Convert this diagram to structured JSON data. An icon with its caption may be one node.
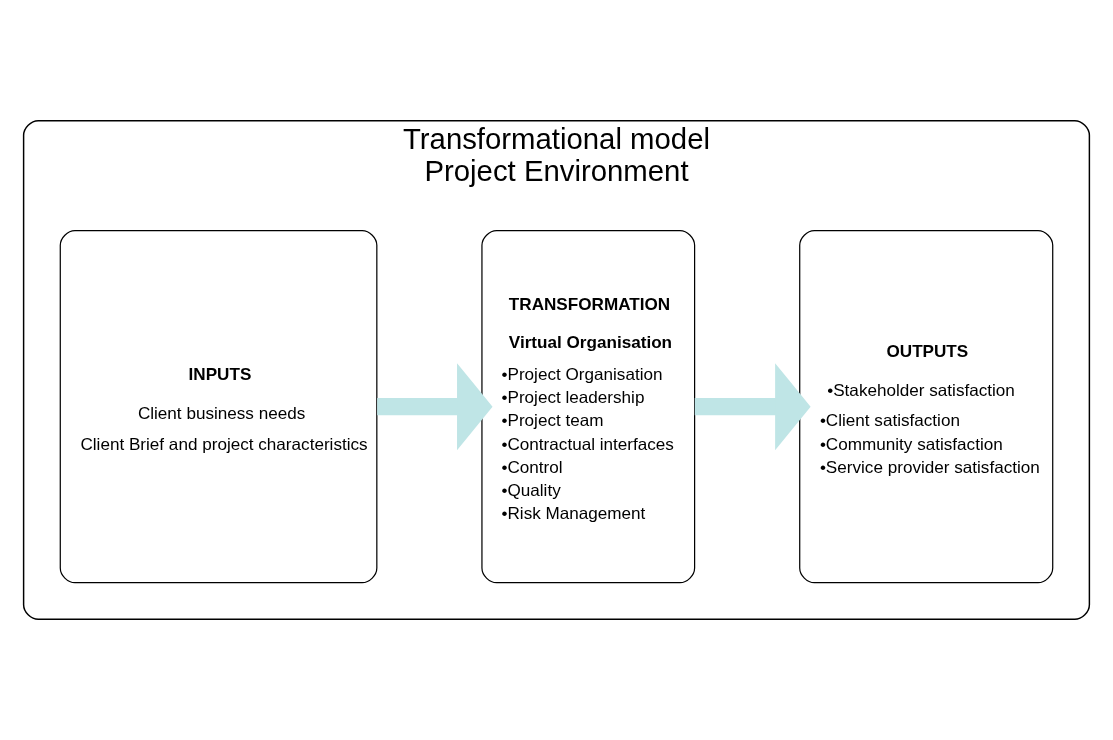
{
  "diagram": {
    "nodes": [
      {
        "text": [
          "Transformational model",
          "Project Environment"
        ]
      },
      {
        "text": [
          "INPUTS",
          "Client business needs",
          "Client Brief and project characteristics"
        ],
        "in": 0
      },
      {
        "text": [
          "TRANSFORMATION",
          "Virtual Organisation",
          "•Project Organisation",
          "•Project leadership",
          "•Project team",
          "•Contractual interfaces",
          "•Control",
          "•Quality",
          "•Risk Management"
        ],
        "in": 0
      },
      {
        "text": [
          "OUTPUTS",
          "•Stakeholder satisfaction",
          "•Client satisfaction",
          "•Community satisfaction",
          "•Service provider satisfaction"
        ],
        "in": 0
      }
    ],
    "edges": [
      {
        "from": 1,
        "to": 2,
        "arrow": "to"
      },
      {
        "from": 2,
        "to": 3,
        "arrow": "to"
      }
    ]
  }
}
